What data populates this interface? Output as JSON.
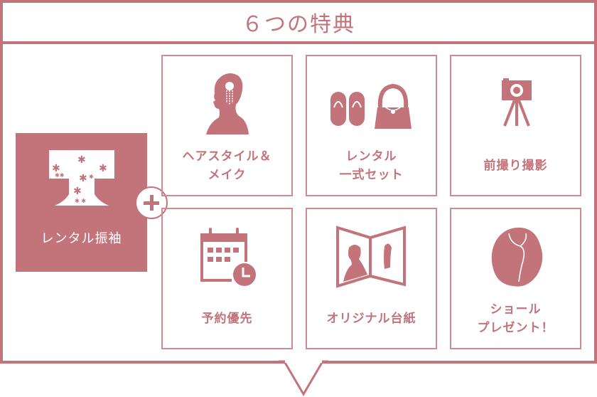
{
  "header": {
    "title": "６つの特典"
  },
  "colors": {
    "accent": "#c2747a",
    "border": "#d08b91",
    "background": "#ffffff"
  },
  "main_item": {
    "label": "レンタル振袖",
    "icon": "furisode-kimono-icon"
  },
  "plus_icon": "plus-icon",
  "benefits": [
    {
      "line1": "ヘアスタイル＆",
      "line2": "メイク",
      "icon": "hairstyle-silhouette-icon"
    },
    {
      "line1": "レンタル",
      "line2": "一式セット",
      "icon": "zori-bag-icon"
    },
    {
      "line1": "前撮り撮影",
      "line2": "",
      "icon": "camera-tripod-icon"
    },
    {
      "line1": "予約優先",
      "line2": "",
      "icon": "calendar-clock-icon"
    },
    {
      "line1": "オリジナル台紙",
      "line2": "",
      "icon": "photo-album-icon"
    },
    {
      "line1": "ショール",
      "line2": "プレゼント！",
      "icon": "shawl-icon"
    }
  ]
}
